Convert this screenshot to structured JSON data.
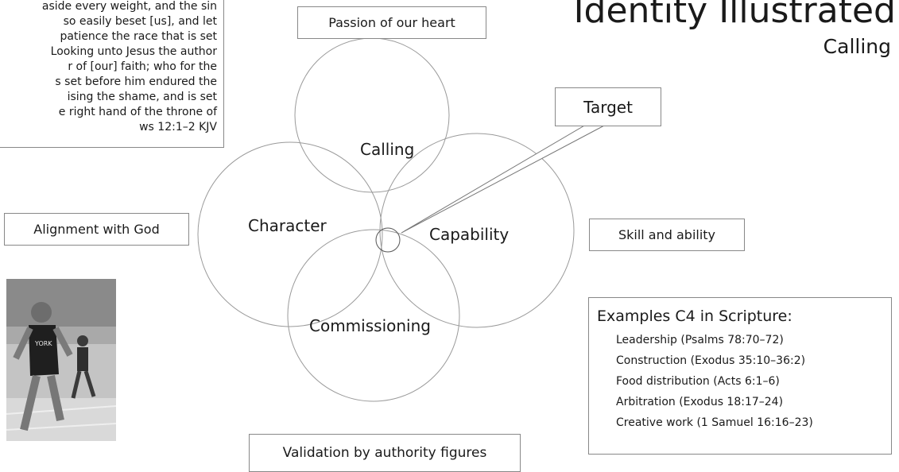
{
  "title": "Identity Illustrated",
  "subtitle": "Calling",
  "verse": {
    "lines": [
      "aside every weight, and the sin",
      "so easily beset [us], and let",
      "patience the race that is set",
      "Looking unto Jesus the author",
      "r of [our] faith; who for the",
      "s set before him endured the",
      "ising the shame, and is set",
      "e right hand of the throne of",
      "ws 12:1–2 KJV"
    ]
  },
  "labels": {
    "passion": "Passion of our heart",
    "target": "Target",
    "alignment": "Alignment with God",
    "skill": "Skill and ability",
    "validation": "Validation by authority figures"
  },
  "circles": {
    "calling": "Calling",
    "character": "Character",
    "capability": "Capability",
    "commissioning": "Commissioning"
  },
  "examples": {
    "heading": "Examples C4 in Scripture:",
    "items": [
      "Leadership (Psalms 78:70–72)",
      "Construction (Exodus 35:10–36:2)",
      "Food distribution (Acts 6:1–6)",
      "Arbitration (Exodus 18:17–24)",
      "Creative work (1 Samuel 16:16–23)"
    ]
  },
  "photo": {
    "jersey_text": "YORK"
  }
}
